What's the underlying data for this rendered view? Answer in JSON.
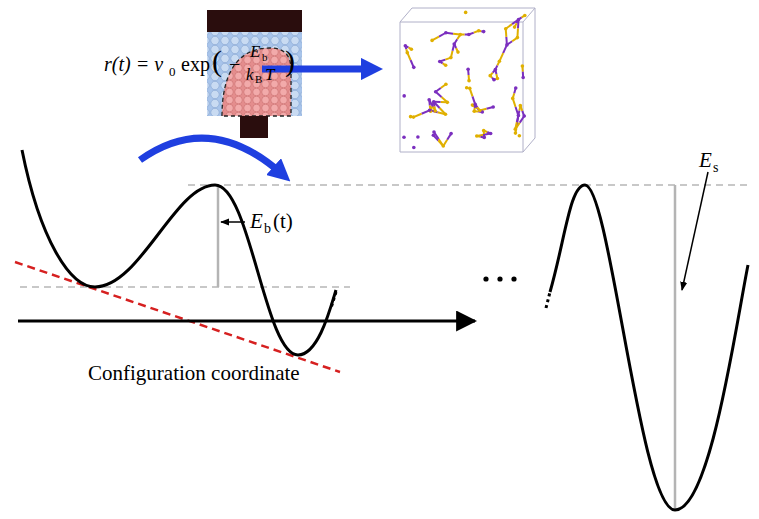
{
  "diagram": {
    "labels": [
      "r(t) = ν",
      "0",
      "exp",
      "(",
      "−",
      "E",
      "b",
      "k",
      "B",
      "T",
      ")",
      "E",
      "b",
      "(t)",
      "E",
      "s",
      "Configuration coordinate"
    ]
  }
}
